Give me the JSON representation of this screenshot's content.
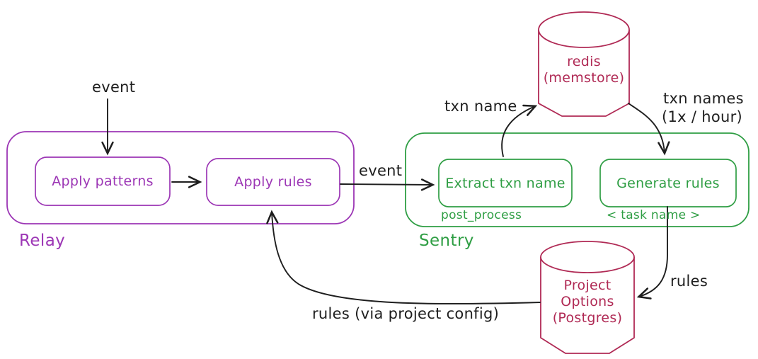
{
  "diagram": {
    "colors": {
      "purple": "#9c36b5",
      "green": "#2f9e44",
      "crimson": "#b02a55",
      "ink": "#1e1e1e",
      "background": "#ffffff"
    },
    "containers": [
      {
        "id": "relay",
        "label": "Relay"
      },
      {
        "id": "sentry",
        "label": "Sentry"
      }
    ],
    "nodes": [
      {
        "id": "apply-patterns",
        "label": "Apply patterns"
      },
      {
        "id": "apply-rules",
        "label": "Apply rules"
      },
      {
        "id": "extract-txn-name",
        "label": "Extract txn name",
        "sublabel": "post_process"
      },
      {
        "id": "generate-rules",
        "label": "Generate rules",
        "sublabel": "< task name >"
      }
    ],
    "datastores": [
      {
        "id": "redis",
        "line1": "redis",
        "line2": "(memstore)"
      },
      {
        "id": "project-options",
        "line1": "Project",
        "line2": "Options",
        "line3": "(Postgres)"
      }
    ],
    "edge_labels": {
      "event_into_relay": "event",
      "event_relay_to_sentry": "event",
      "txn_name": "txn name",
      "txn_names_line1": "txn names",
      "txn_names_line2": "(1x / hour)",
      "rules": "rules",
      "rules_via_project_config": "rules (via project config)"
    }
  }
}
